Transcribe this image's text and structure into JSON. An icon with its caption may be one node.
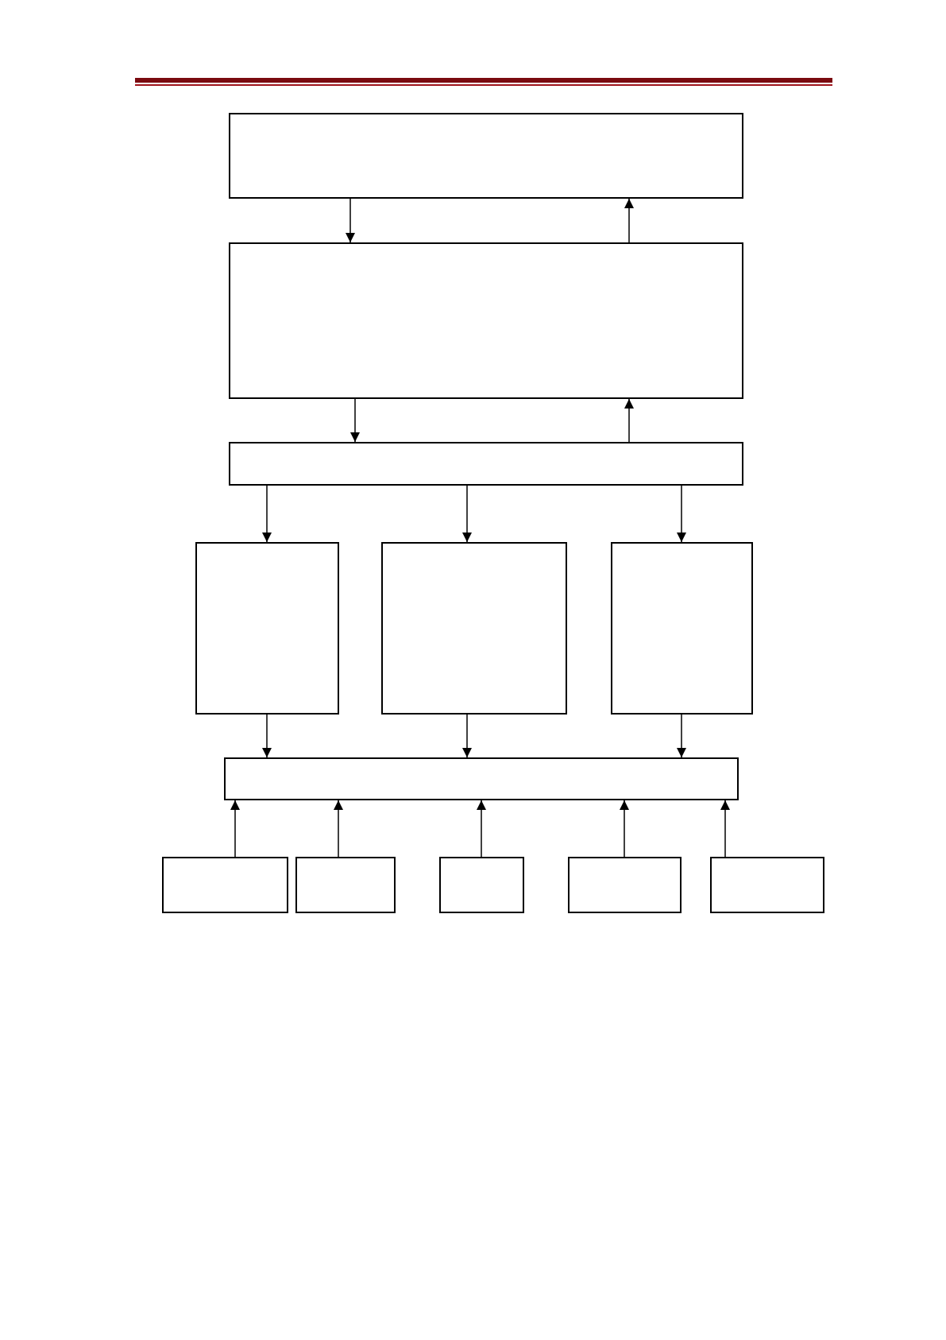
{
  "diagram": {
    "nodes": [
      {
        "text": [],
        "shape": "box"
      },
      {
        "text": [],
        "shape": "box"
      },
      {
        "text": [],
        "shape": "box"
      },
      {
        "text": [],
        "shape": "box"
      },
      {
        "text": [],
        "shape": "box"
      },
      {
        "text": [],
        "shape": "box"
      },
      {
        "text": [],
        "shape": "box"
      },
      {
        "text": [],
        "shape": "box"
      },
      {
        "text": [],
        "shape": "box"
      },
      {
        "text": [],
        "shape": "box"
      },
      {
        "text": [],
        "shape": "box"
      },
      {
        "text": [],
        "shape": "box"
      }
    ],
    "edges": [
      {
        "from": 0,
        "to": 1,
        "arrow": "to"
      },
      {
        "from": 1,
        "to": 0,
        "arrow": "to"
      },
      {
        "from": 1,
        "to": 2,
        "arrow": "to"
      },
      {
        "from": 2,
        "to": 1,
        "arrow": "to"
      },
      {
        "from": 2,
        "to": 3,
        "arrow": "to"
      },
      {
        "from": 2,
        "to": 4,
        "arrow": "to"
      },
      {
        "from": 2,
        "to": 5,
        "arrow": "to"
      },
      {
        "from": 3,
        "to": 6,
        "arrow": "to"
      },
      {
        "from": 4,
        "to": 6,
        "arrow": "to"
      },
      {
        "from": 5,
        "to": 6,
        "arrow": "to"
      },
      {
        "from": 7,
        "to": 6,
        "arrow": "to"
      },
      {
        "from": 8,
        "to": 6,
        "arrow": "to"
      },
      {
        "from": 9,
        "to": 6,
        "arrow": "to"
      },
      {
        "from": 10,
        "to": 6,
        "arrow": "to"
      },
      {
        "from": 11,
        "to": 6,
        "arrow": "to"
      }
    ]
  }
}
